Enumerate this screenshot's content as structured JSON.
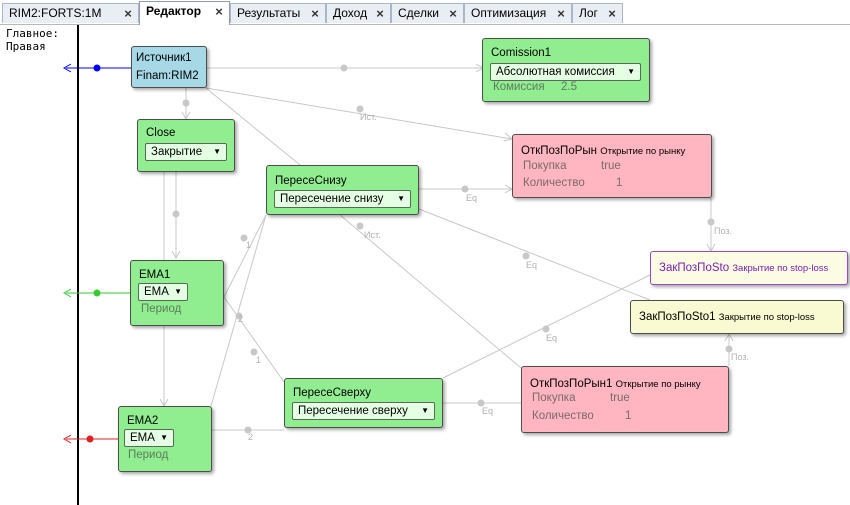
{
  "tabs": [
    {
      "label": "RIM2:FORTS:1M",
      "active": false
    },
    {
      "label": "Редактор",
      "active": true
    },
    {
      "label": "Результаты",
      "active": false
    },
    {
      "label": "Доход",
      "active": false
    },
    {
      "label": "Сделки",
      "active": false
    },
    {
      "label": "Оптимизация",
      "active": false
    },
    {
      "label": "Лог",
      "active": false
    }
  ],
  "left_panel": {
    "line1": "Главное:",
    "line2": "Правая"
  },
  "nodes": {
    "source": {
      "title": "Источник1",
      "value": "Finam:RIM2"
    },
    "close": {
      "title": "Close",
      "combo": "Закрытие"
    },
    "ema1": {
      "title": "EMA1",
      "combo": "EMA",
      "param": "Период"
    },
    "ema2": {
      "title": "EMA2",
      "combo": "EMA",
      "param": "Период"
    },
    "cross_down": {
      "title": "ПересеСнизу",
      "combo": "Пересечение снизу"
    },
    "cross_up": {
      "title": "ПересеСверху",
      "combo": "Пересечение сверху"
    },
    "commission": {
      "title": "Comission1",
      "combo": "Абсолютная комиссия",
      "param_name": "Комиссия",
      "param_value": "2.5"
    },
    "open_market": {
      "title": "ОткПозПоРын",
      "subtitle": "Открытие по рынку",
      "p1_name": "Покупка",
      "p1_value": "true",
      "p2_name": "Количество",
      "p2_value": "1"
    },
    "open_market1": {
      "title": "ОткПозПоРын1",
      "subtitle": "Открытие по рынку",
      "p1_name": "Покупка",
      "p1_value": "true",
      "p2_name": "Количество",
      "p2_value": "1"
    },
    "close_stop": {
      "title": "ЗакПозПоSto",
      "subtitle": "Закрытие по stop-loss"
    },
    "close_stop1": {
      "title": "ЗакПозПоSto1",
      "subtitle": "Закрытие по stop-loss"
    }
  },
  "edge_labels": {
    "ist1": "Ист.",
    "ist2": "Ист.",
    "eq1": "Eq",
    "eq2": "Eq",
    "eq3": "Eq",
    "eq4": "Eq",
    "pos1": "Поз.",
    "pos2": "Поз.",
    "n1": "1",
    "n2": "2",
    "n3": "1",
    "n4": "2"
  },
  "colors": {
    "green_node": "#90ee90",
    "source_node": "#a6d8e6",
    "pink_node": "#ffb6c1",
    "yellow_node": "#fafad2",
    "output_blue": "#0000ff",
    "output_green": "#33cc33",
    "output_red": "#e02020",
    "wire": "#c8c8c8"
  }
}
